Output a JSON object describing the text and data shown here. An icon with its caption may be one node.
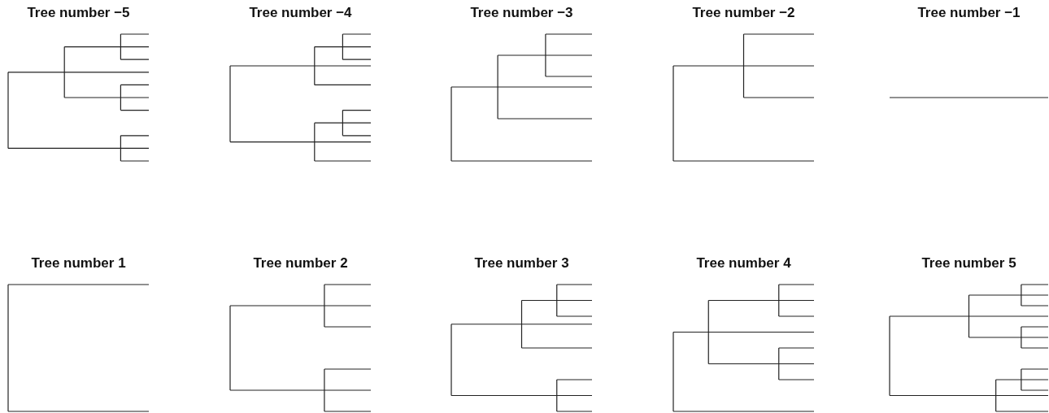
{
  "diagram": {
    "labels": [
      "Tree number −5",
      "Tree number −4",
      "Tree number −3",
      "Tree number −2",
      "Tree number −1",
      "Tree number 1",
      "Tree number 2",
      "Tree number 3",
      "Tree number 4",
      "Tree number 5"
    ]
  }
}
